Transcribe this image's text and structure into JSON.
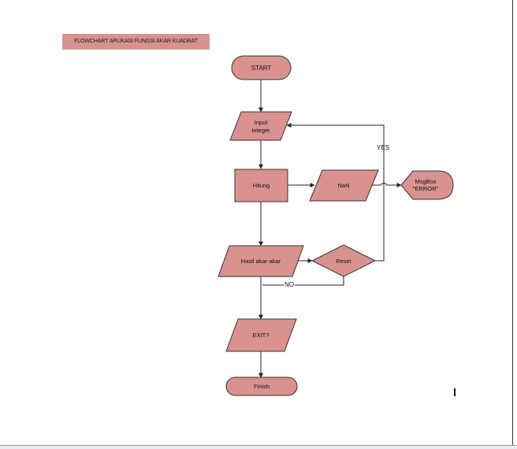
{
  "title": "FLOWCHART APLIKASI FUNGSI AKAR KUADRAT",
  "colors": {
    "shape_fill": "#d9928f",
    "shape_stroke": "#333333",
    "line": "#222222"
  },
  "nodes": {
    "start": "START",
    "input_line1": "Input",
    "input_line2": "Integer",
    "hitung": "Hitung",
    "nan": "NaN",
    "msgbox_line1": "MsgBox",
    "msgbox_line2": "\"ERROR\"",
    "hasil": "Hasil akar-akar",
    "reset": "Reset",
    "exit": "EXIT?",
    "finish": "Finish"
  },
  "edge_labels": {
    "yes": "YES",
    "no": "NO"
  }
}
